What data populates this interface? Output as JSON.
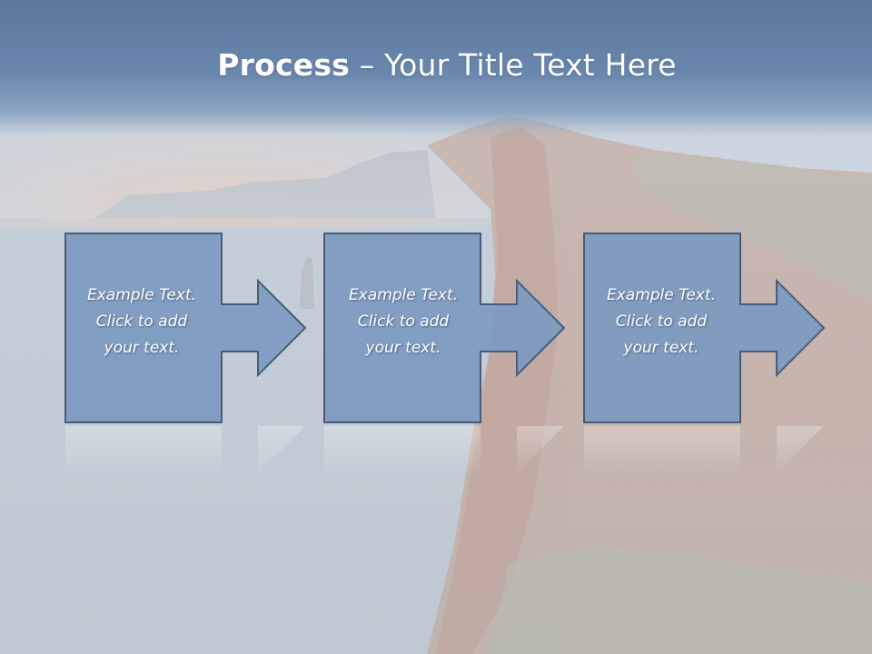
{
  "slide": {
    "title_bold": "Process",
    "title_rest": " – Your Title Text Here",
    "steps": [
      {
        "lines": [
          "Example Text.",
          "Click  to add",
          "your text."
        ]
      },
      {
        "lines": [
          "Example Text.",
          "Click  to add",
          "your text."
        ]
      },
      {
        "lines": [
          "Example Text.",
          "Click  to add",
          "your text."
        ]
      }
    ]
  },
  "colors": {
    "shape_fill": "#7c9ac0",
    "shape_stroke": "#4a5c75",
    "title_band": "#5f7ea3"
  }
}
